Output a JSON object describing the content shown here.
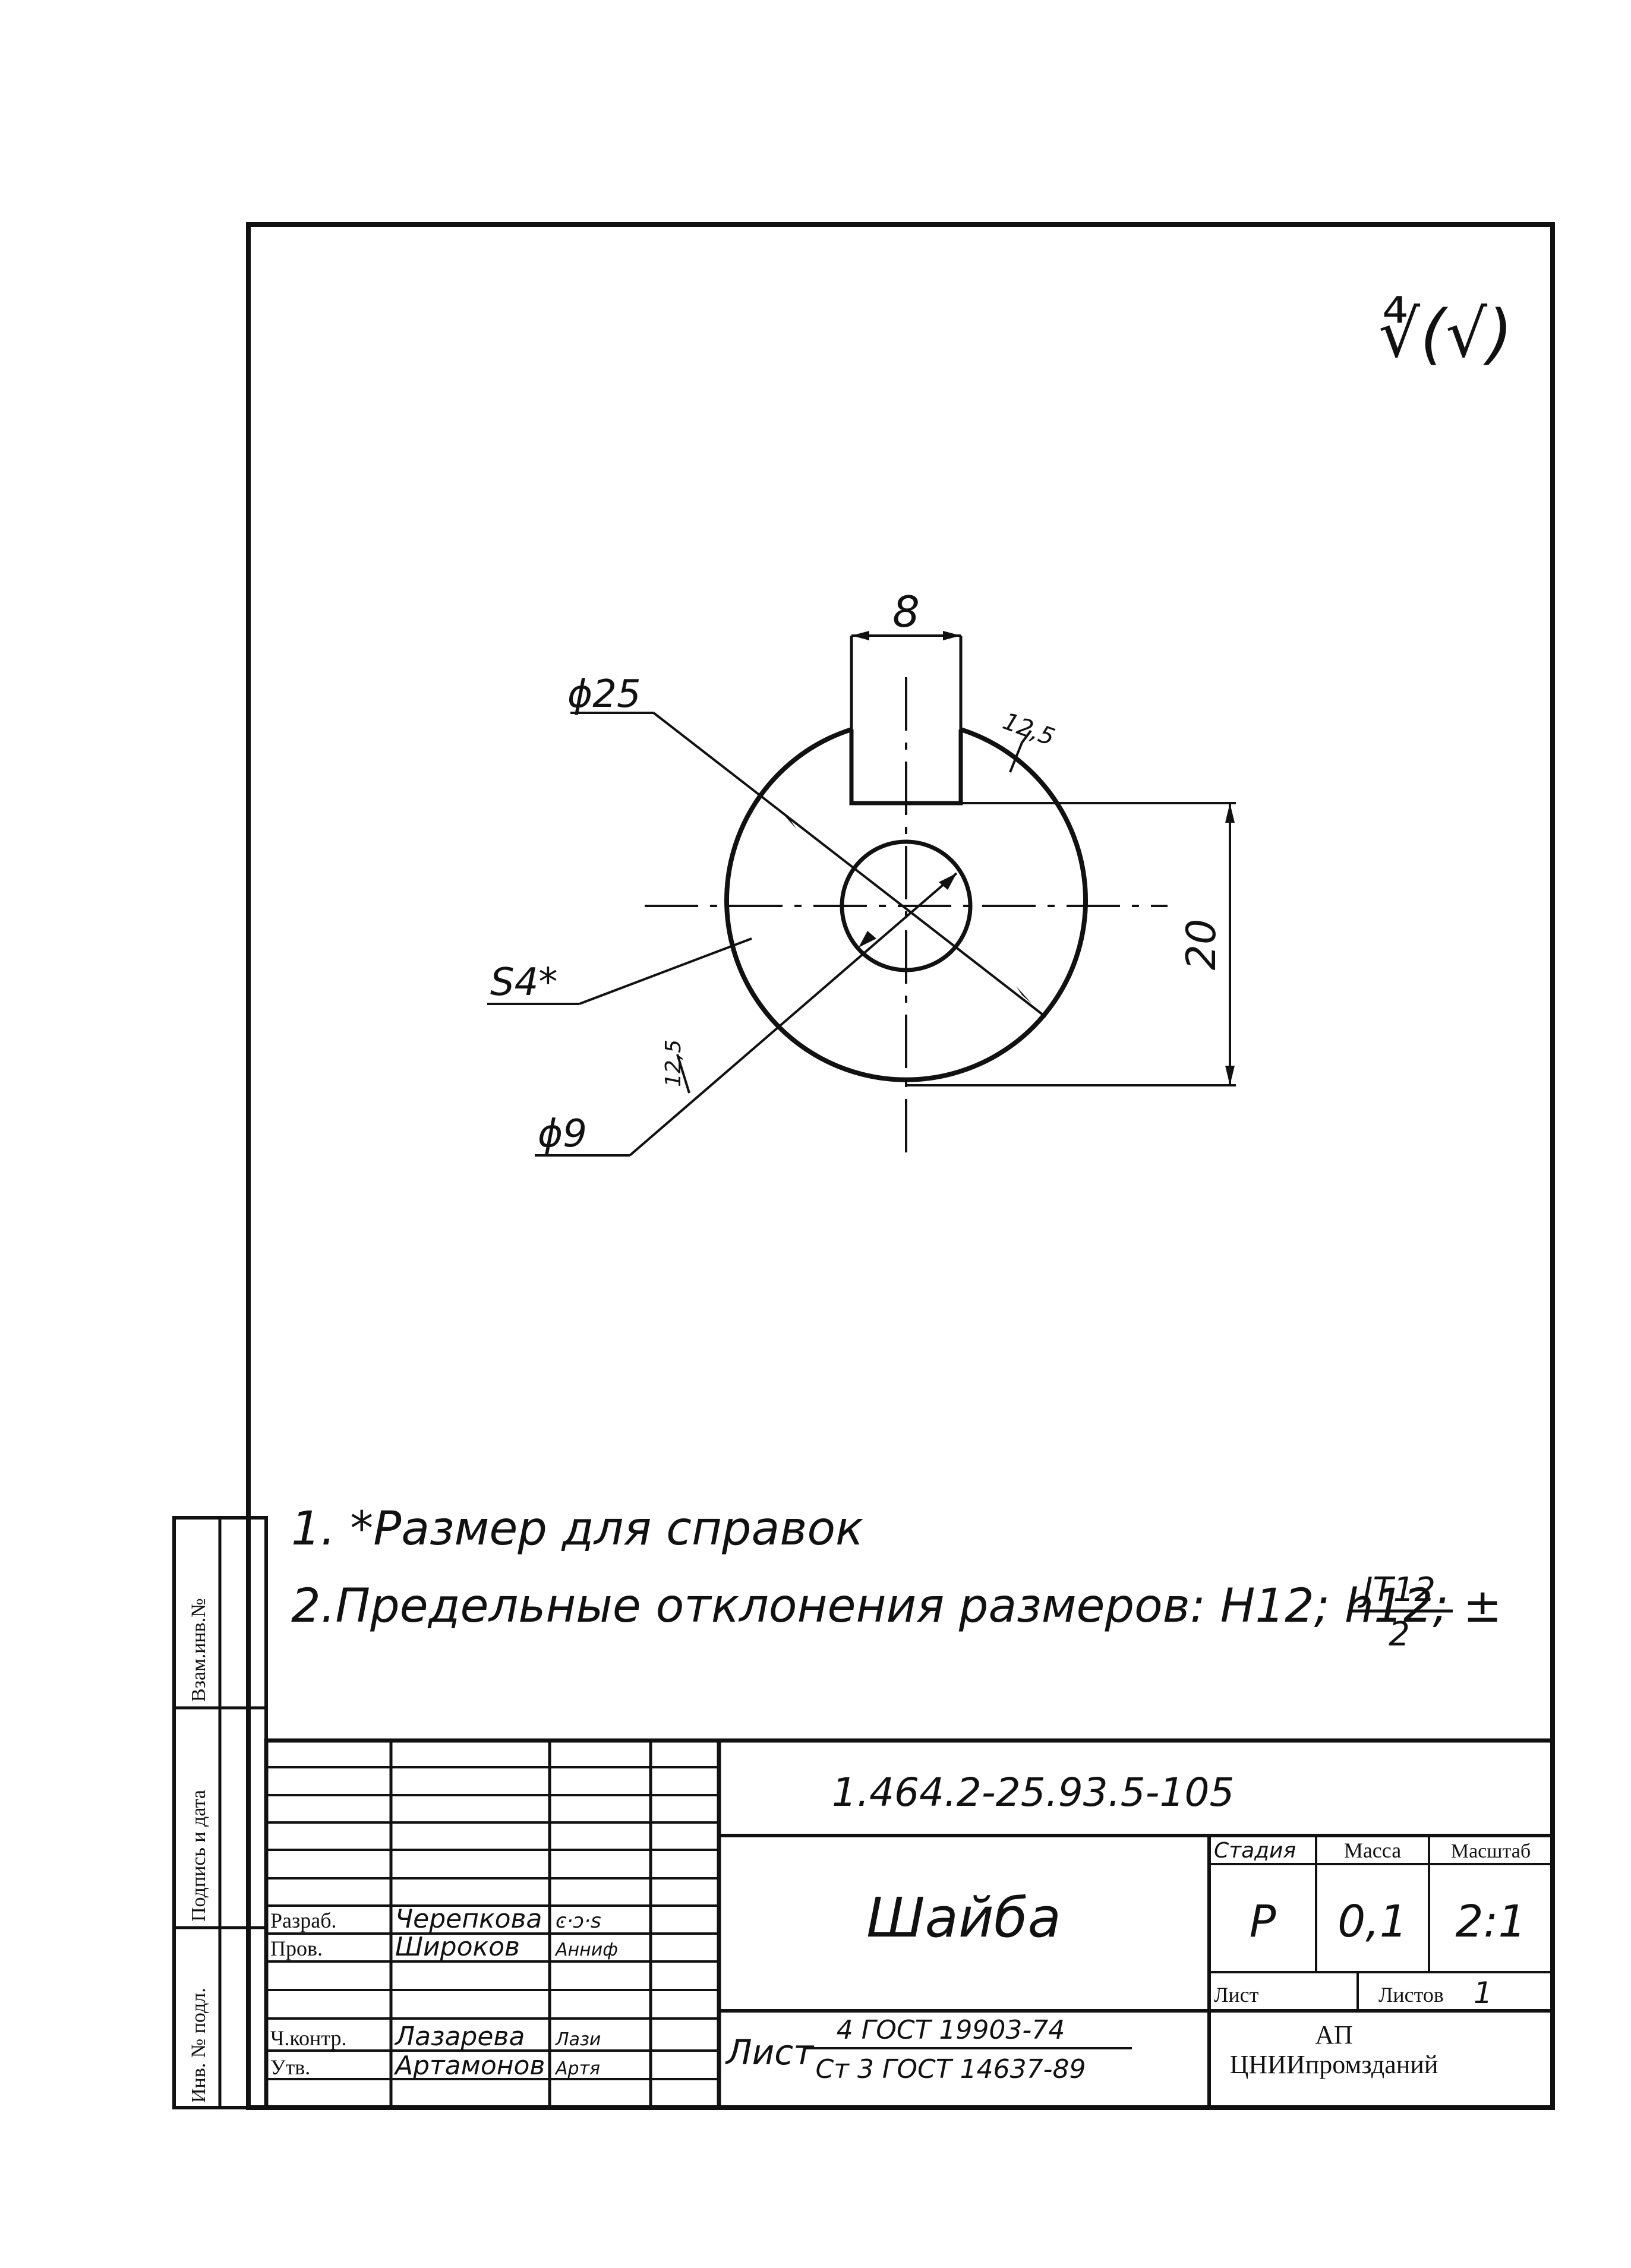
{
  "roughness_mark": "∜(√)",
  "dimensions": {
    "slot_width": "8",
    "outer_diameter": "ϕ25",
    "roughness_top": "12,5",
    "thickness": "S4*",
    "inner_roughness": "12,5",
    "inner_diameter": "ϕ9",
    "height": "20"
  },
  "notes": {
    "note1": "1. *Размер для справок",
    "note2": "2.Предельные отклонения размеров: H12; h12; ±",
    "fraction_num": "JT12",
    "fraction_den": "2"
  },
  "side_stamp": {
    "vzam_inv": "Взам.инв.№",
    "podpis_data": "Подпись и дата",
    "inv_podl": "Инв. № подл."
  },
  "title_block": {
    "designation": "1.464.2-25.93.5-105",
    "name": "Шайба",
    "headers": {
      "stage": "Стадия",
      "mass": "Масса",
      "scale": "Масштаб"
    },
    "values": {
      "stage": "Р",
      "mass": "0,1",
      "scale": "2:1"
    },
    "sheet_label": "Лист",
    "sheets_label": "Листов",
    "sheets_value": "1",
    "org_line1": "АП",
    "org_line2": "ЦНИИпромзданий",
    "material_prefix": "Лист",
    "material_top": "4 ГОСТ 19903-74",
    "material_bottom": "Ст 3 ГОСТ 14637-89",
    "roles": [
      {
        "role": "Разраб.",
        "name": "Черепкова",
        "sign": "ͼ·ↄ·s"
      },
      {
        "role": "Пров.",
        "name": "Широков",
        "sign": "Анниф"
      },
      {
        "role": "Ч.контр.",
        "name": "Лазарева",
        "sign": "Лази"
      },
      {
        "role": "Утв.",
        "name": "Артамонов",
        "sign": "Артя"
      }
    ]
  }
}
